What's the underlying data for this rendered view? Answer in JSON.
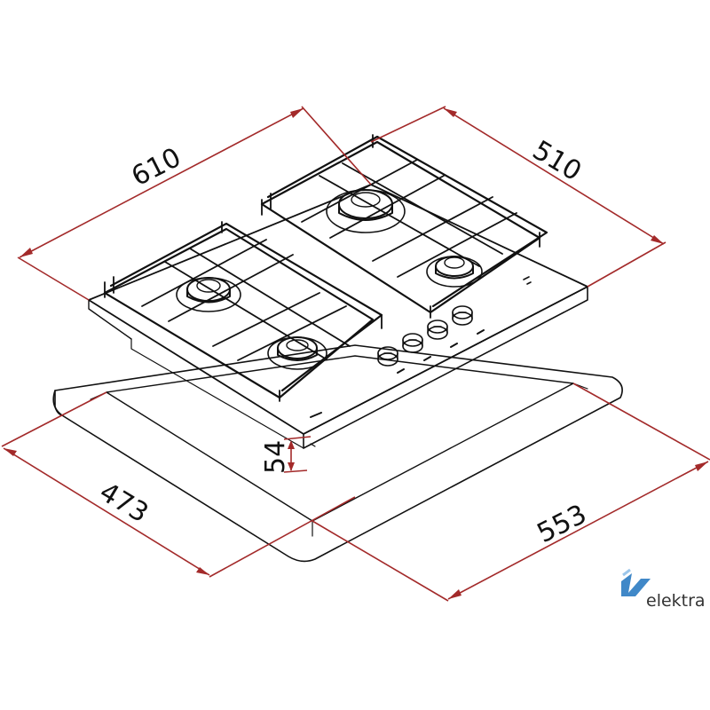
{
  "diagram": {
    "dimensions": {
      "width": "610",
      "depth": "510",
      "cutout_depth": "473",
      "cutout_width": "553",
      "height": "54"
    },
    "brand": {
      "text": "elektra",
      "logo_color": "#1e73be"
    },
    "colors": {
      "dimension_line": "#a32a2a",
      "outline": "#111111"
    }
  }
}
